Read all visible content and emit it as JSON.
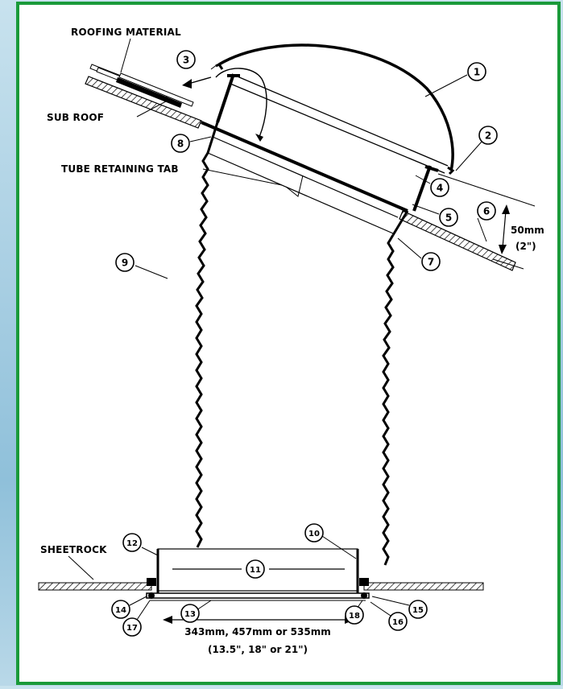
{
  "diagram": {
    "frame_color": "#1a9a3a",
    "labels": {
      "roofing_material": "ROOFING MATERIAL",
      "sub_roof": "SUB ROOF",
      "tube_retaining_tab": "TUBE RETAINING TAB",
      "sheetrock": "SHEETROCK"
    },
    "callouts": [
      "1",
      "2",
      "3",
      "4",
      "5",
      "6",
      "7",
      "8",
      "9",
      "10",
      "11",
      "12",
      "13",
      "14",
      "15",
      "16",
      "17",
      "18"
    ],
    "dimensions": {
      "height_metric": "50mm",
      "height_imperial": "(2\")",
      "width_metric": "343mm, 457mm or 535mm",
      "width_imperial": "(13.5\", 18\" or 21\")"
    }
  }
}
